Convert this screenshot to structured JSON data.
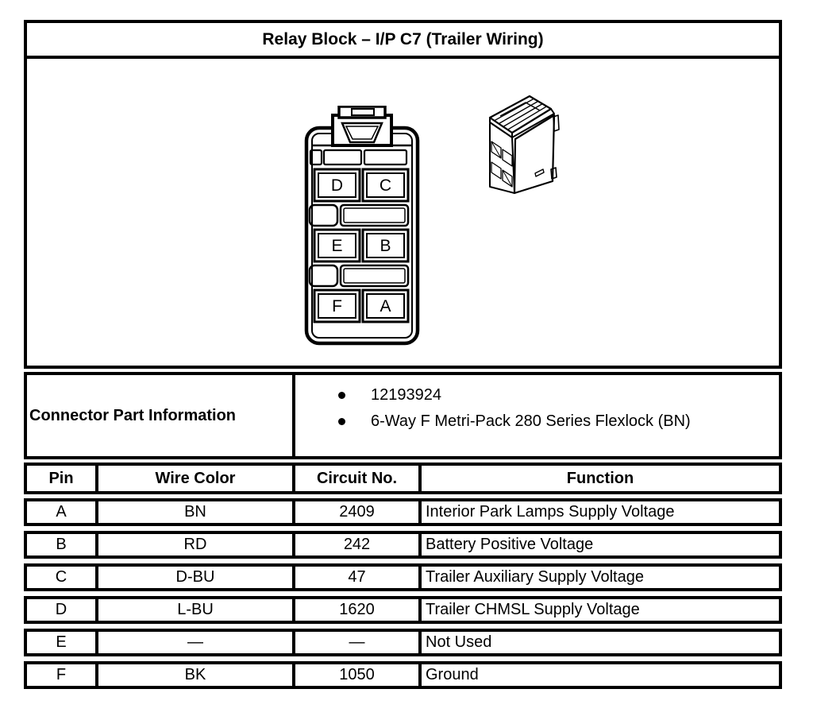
{
  "title": "Relay Block – I/P C7 (Trailer Wiring)",
  "diagram": {
    "front_view": "connector-front-view",
    "perspective_view": "connector-perspective-view",
    "pin_labels": [
      "D",
      "C",
      "E",
      "B",
      "F",
      "A"
    ]
  },
  "part_info": {
    "label": "Connector Part Information",
    "items": [
      "12193924",
      "6-Way F Metri-Pack 280 Series Flexlock (BN)"
    ]
  },
  "pin_table": {
    "headers": [
      "Pin",
      "Wire Color",
      "Circuit No.",
      "Function"
    ],
    "rows": [
      {
        "pin": "A",
        "wire_color": "BN",
        "circuit_no": "2409",
        "function": "Interior Park Lamps Supply Voltage"
      },
      {
        "pin": "B",
        "wire_color": "RD",
        "circuit_no": "242",
        "function": "Battery Positive Voltage"
      },
      {
        "pin": "C",
        "wire_color": "D-BU",
        "circuit_no": "47",
        "function": "Trailer Auxiliary Supply Voltage"
      },
      {
        "pin": "D",
        "wire_color": "L-BU",
        "circuit_no": "1620",
        "function": "Trailer CHMSL Supply Voltage"
      },
      {
        "pin": "E",
        "wire_color": "—",
        "circuit_no": "—",
        "function": "Not Used"
      },
      {
        "pin": "F",
        "wire_color": "BK",
        "circuit_no": "1050",
        "function": "Ground"
      }
    ]
  },
  "colors": {
    "border": "#000000",
    "background": "#ffffff",
    "text": "#000000"
  }
}
